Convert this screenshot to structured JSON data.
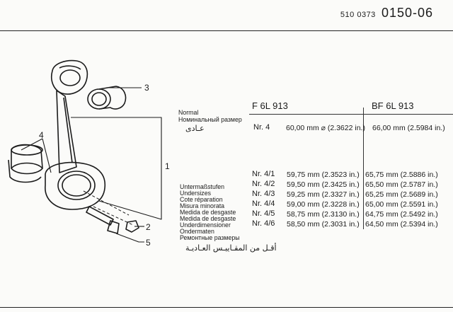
{
  "doc_number": {
    "prefix": "510 0373",
    "code": "0150-06"
  },
  "columns": {
    "f": "F 6L 913",
    "bf": "BF 6L 913"
  },
  "normal": {
    "labels": [
      "Normal",
      "Номинальный размер"
    ],
    "arabic": "عـادى",
    "nr": "Nr. 4",
    "f_value": "60,00 mm ⌀ (2.3622 in.)",
    "bf_value": "66,00 mm (2.5984 in.)"
  },
  "undersize_labels": [
    "Untermaßstufen",
    "Undersizes",
    "Cote réparation",
    "Misura minorata",
    "Medida de desgaste",
    "Medida de desgaste",
    "Underdimensioner",
    "Ondermaten",
    "Ремонтные размеры"
  ],
  "undersize_arabic": "أقـل من المقـاييـس العـاديـة",
  "undersizes": [
    {
      "nr": "Nr. 4/1",
      "f": "59,75 mm (2.3523 in.)",
      "bf": "65,75 mm (2.5886 in.)"
    },
    {
      "nr": "Nr. 4/2",
      "f": "59,50 mm (2.3425 in.)",
      "bf": "65,50 mm (2.5787 in.)"
    },
    {
      "nr": "Nr. 4/3",
      "f": "59,25 mm (2.3327 in.)",
      "bf": "65,25 mm (2.5689 in.)"
    },
    {
      "nr": "Nr. 4/4",
      "f": "59,00 mm (2.3228 in.)",
      "bf": "65,00 mm (2.5591 in.)"
    },
    {
      "nr": "Nr. 4/5",
      "f": "58,75 mm (2.3130 in.)",
      "bf": "64,75 mm (2.5492 in.)"
    },
    {
      "nr": "Nr. 4/6",
      "f": "58,50 mm (2.3031 in.)",
      "bf": "64,50 mm (2.5394 in.)"
    }
  ],
  "callouts": {
    "c1": "1",
    "c2": "2",
    "c3": "3",
    "c4": "4",
    "c5": "5"
  }
}
